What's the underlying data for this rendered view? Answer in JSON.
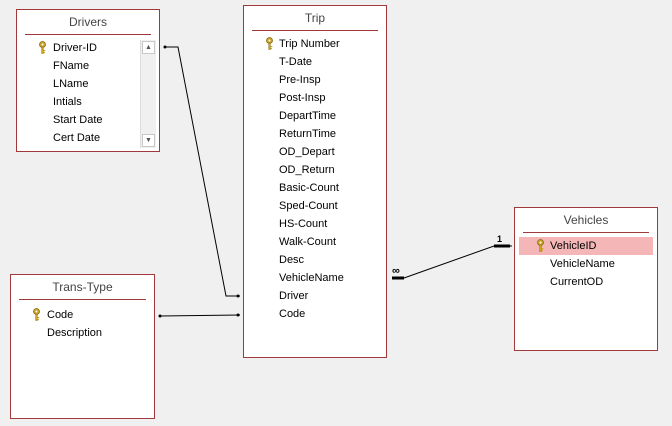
{
  "drivers": {
    "title": "Drivers",
    "fields": [
      "Driver-ID",
      "FName",
      "LName",
      "Intials",
      "Start Date",
      "Cert Date"
    ],
    "key_field": "Driver-ID"
  },
  "trip": {
    "title": "Trip",
    "fields": [
      "Trip Number",
      "T-Date",
      "Pre-Insp",
      "Post-Insp",
      "DepartTime",
      "ReturnTime",
      "OD_Depart",
      "OD_Return",
      "Basic-Count",
      "Sped-Count",
      "HS-Count",
      "Walk-Count",
      "Desc",
      "VehicleName",
      "Driver",
      "Code"
    ],
    "key_field": "Trip Number"
  },
  "vehicles": {
    "title": "Vehicles",
    "fields": [
      "VehicleID",
      "VehicleName",
      "CurrentOD"
    ],
    "key_field": "VehicleID",
    "selected_field": "VehicleID"
  },
  "trans_type": {
    "title": "Trans-Type",
    "fields": [
      "Code",
      "Description"
    ],
    "key_field": "Code"
  },
  "relationship": {
    "one_label": "1",
    "many_label": "∞"
  },
  "colors": {
    "border": "#a03a3a",
    "selected": "#f4b6b6",
    "key": "#c9a227"
  }
}
